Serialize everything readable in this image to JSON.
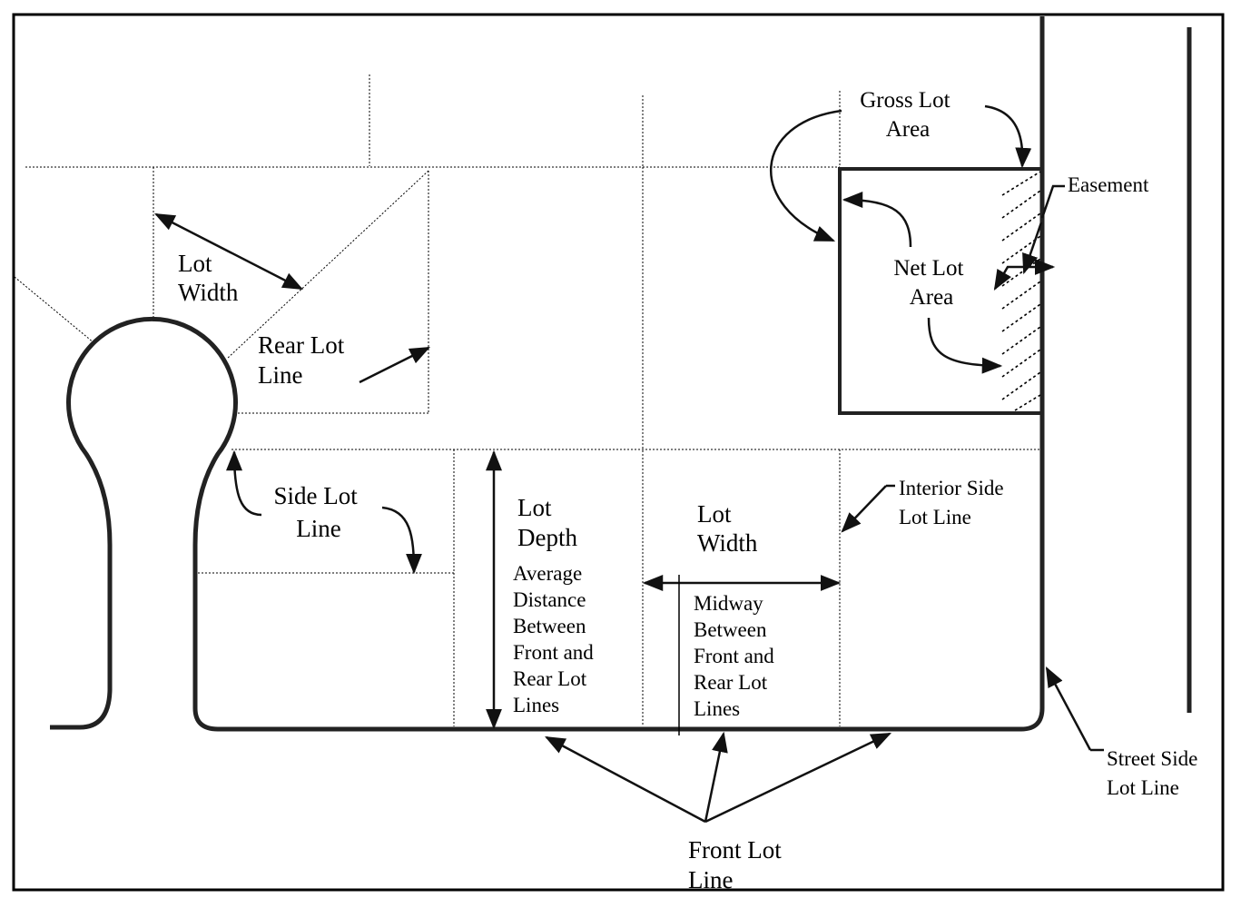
{
  "diagram": {
    "title": "Lot terminology diagram",
    "labels": {
      "gross_lot_area": [
        "Gross Lot",
        "Area"
      ],
      "easement": "Easement",
      "net_lot_area": [
        "Net Lot",
        "Area"
      ],
      "lot_width_top": [
        "Lot",
        "Width"
      ],
      "rear_lot_line": [
        "Rear Lot",
        "Line"
      ],
      "side_lot_line": [
        "Side Lot",
        "Line"
      ],
      "lot_depth": [
        "Lot",
        "Depth"
      ],
      "lot_depth_desc": [
        "Average",
        "Distance",
        "Between",
        "Front and",
        "Rear Lot",
        "Lines"
      ],
      "lot_width_mid": [
        "Lot",
        "Width"
      ],
      "lot_width_desc": [
        "Midway",
        "Between",
        "Front and",
        "Rear Lot",
        "Lines"
      ],
      "interior_side_lot_line": [
        "Interior Side",
        "Lot Line"
      ],
      "street_side_lot_line": [
        "Street Side",
        "Lot Line"
      ],
      "front_lot_line": [
        "Front Lot",
        "Line"
      ]
    }
  }
}
